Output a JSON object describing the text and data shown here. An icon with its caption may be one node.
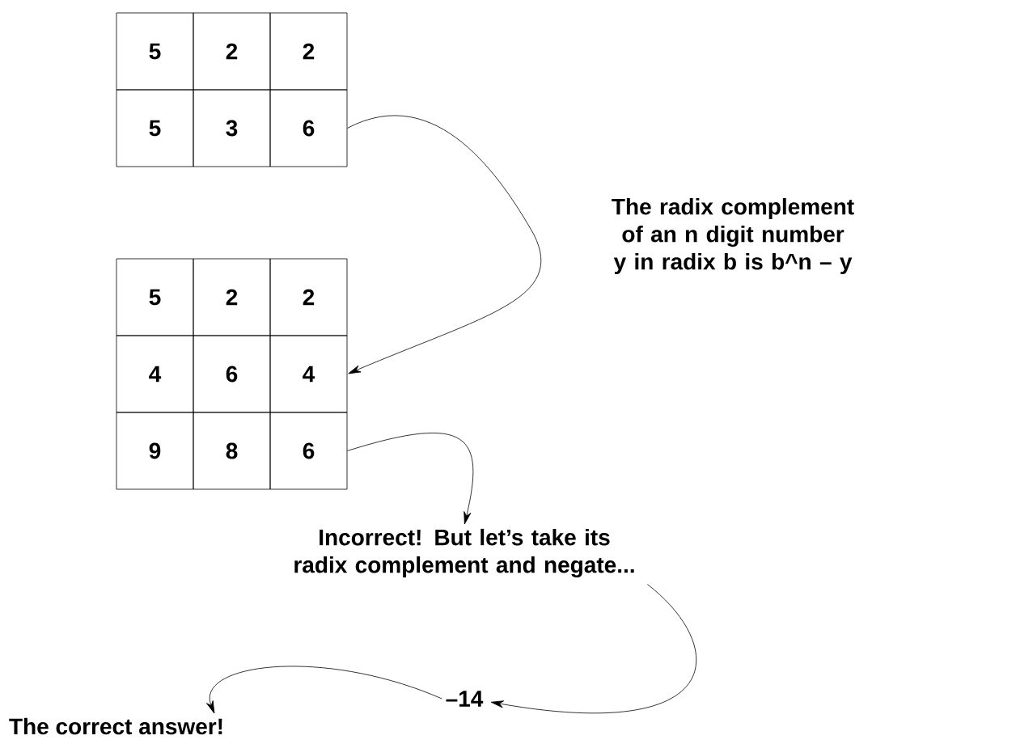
{
  "diagram": {
    "nodes": [
      {
        "text": [
          "5"
        ]
      },
      {
        "text": [
          "2"
        ]
      },
      {
        "text": [
          "2"
        ]
      },
      {
        "text": [
          "5"
        ]
      },
      {
        "text": [
          "3"
        ]
      },
      {
        "text": [
          "6"
        ]
      },
      {
        "text": [
          "5"
        ]
      },
      {
        "text": [
          "2"
        ]
      },
      {
        "text": [
          "2"
        ]
      },
      {
        "text": [
          "4"
        ]
      },
      {
        "text": [
          "6"
        ]
      },
      {
        "text": [
          "4"
        ]
      },
      {
        "text": [
          "9"
        ]
      },
      {
        "text": [
          "8"
        ]
      },
      {
        "text": [
          "6"
        ]
      },
      {
        "text": [
          "Incorrect! But let’s take its radix complement and negate..."
        ]
      },
      {
        "text": [
          "–14"
        ]
      },
      {
        "text": [
          "The correct answer!"
        ]
      }
    ],
    "edges": [
      {
        "from": 5,
        "to": 11,
        "arrow": "to"
      },
      {
        "from": 14,
        "to": 15,
        "arrow": "to"
      },
      {
        "from": 15,
        "to": 16,
        "arrow": "to"
      },
      {
        "from": 16,
        "to": 17,
        "arrow": "to"
      }
    ],
    "labels": [
      "The radix complement of an n digit number y in radix b is b^n – y"
    ]
  }
}
